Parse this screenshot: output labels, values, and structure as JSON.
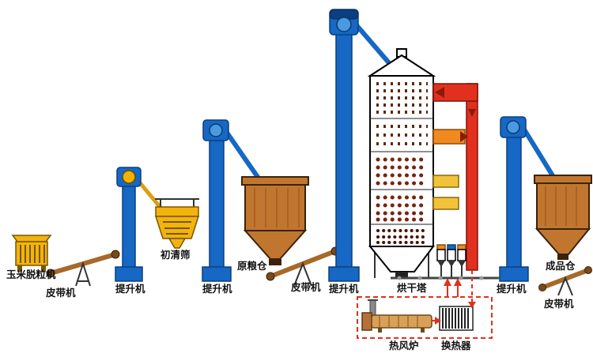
{
  "labels": {
    "corn_sheller": "玉米脱粒机",
    "belt_conveyor_1": "皮带机",
    "elevator_1": "提升机",
    "cleaning_sieve": "初清筛",
    "elevator_2": "提升机",
    "raw_grain_bin": "原粮仓",
    "belt_conveyor_2": "皮带机",
    "elevator_3": "提升机",
    "drying_tower": "烘干塔",
    "elevator_4": "提升机",
    "product_bin": "成品仓",
    "belt_conveyor_3": "皮带机",
    "hot_blast_stove": "热风炉",
    "heat_exchanger": "换热器"
  },
  "colors": {
    "elevator_blue": "#1668c4",
    "elevator_blue_dark": "#0b3f80",
    "machine_yellow": "#f2b30d",
    "bin_orange": "#c1762f",
    "bin_outline": "#3a230a",
    "belt_brown": "#a8682a",
    "duct_red": "#e2301e",
    "duct_orange": "#f08a1f",
    "duct_yellow": "#f2c33a",
    "label_color": "#111111"
  }
}
